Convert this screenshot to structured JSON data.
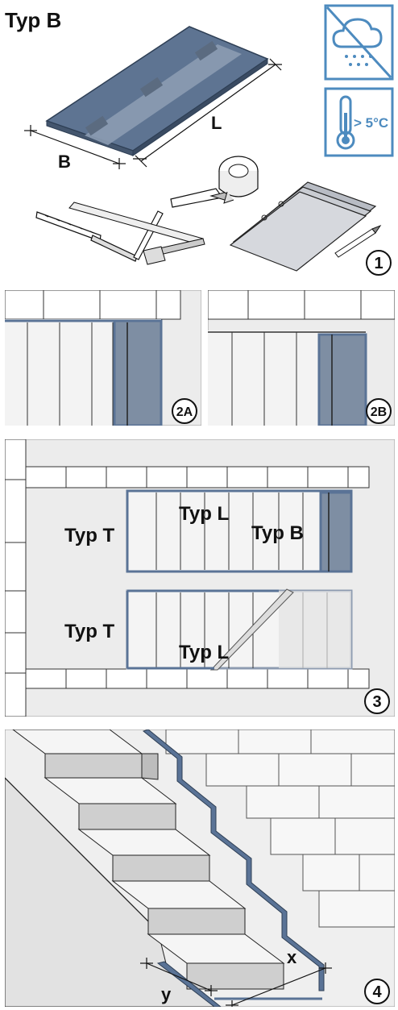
{
  "panel1": {
    "title": "Typ B",
    "dim_length": "L",
    "dim_width": "B",
    "temperature": "> 5°C",
    "step": "1",
    "icons": [
      "no-rain-icon",
      "thermometer-icon"
    ],
    "tools": [
      "folding-rule-icon",
      "square-icon",
      "utility-knife-icon",
      "tape-roll-icon",
      "sealing-sheets-icon",
      "pencil-icon"
    ]
  },
  "panel2a": {
    "step": "2A"
  },
  "panel2b": {
    "step": "2B"
  },
  "panel3": {
    "labels": [
      "Typ T",
      "Typ L",
      "Typ B",
      "Typ T",
      "Typ L"
    ],
    "step": "3"
  },
  "panel4": {
    "dim_x": "x",
    "dim_y": "y",
    "step": "4"
  },
  "colors": {
    "membrane": "#5e7492",
    "membrane_dark": "#3f5878",
    "frame": "#5a7396",
    "icon_blue": "#4d8bbf",
    "wall_grey": "#e7e7e7",
    "panel_bg": "#eeeeee"
  }
}
